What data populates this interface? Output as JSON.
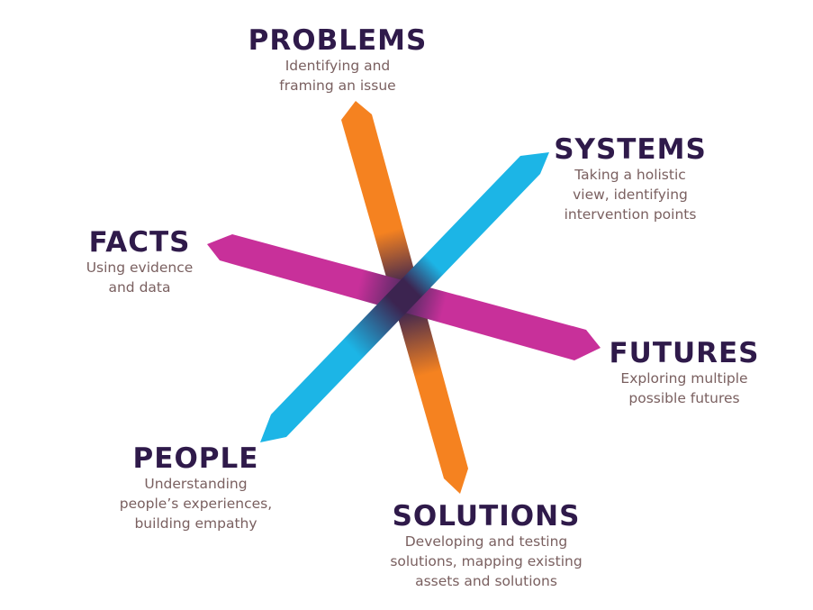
{
  "colors": {
    "problems_arm": "#f58220",
    "systems_arm": "#1cb5e6",
    "facts_arm": "#c8309a",
    "center_dark": "#3c2450",
    "title_text": "#2f1a4a",
    "desc_text": "#7a6060"
  },
  "nodes": {
    "problems": {
      "title": "PROBLEMS",
      "desc": [
        "Identifying and",
        "framing an issue"
      ]
    },
    "systems": {
      "title": "SYSTEMS",
      "desc": [
        "Taking a holistic",
        "view, identifying",
        "intervention points"
      ]
    },
    "facts": {
      "title": "FACTS",
      "desc": [
        "Using evidence",
        "and data"
      ]
    },
    "futures": {
      "title": "FUTURES",
      "desc": [
        "Exploring multiple",
        "possible futures"
      ]
    },
    "people": {
      "title": "PEOPLE",
      "desc": [
        "Understanding",
        "people’s experiences,",
        "building empathy"
      ]
    },
    "solutions": {
      "title": "SOLUTIONS",
      "desc": [
        "Developing and testing",
        "solutions, mapping existing",
        "assets and solutions"
      ]
    }
  }
}
